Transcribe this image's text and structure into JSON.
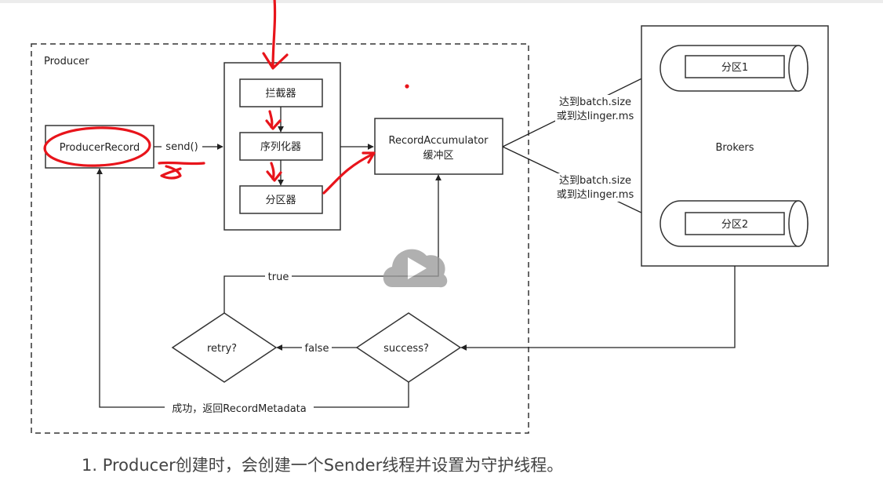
{
  "diagram": {
    "producer_label": "Producer",
    "producer_record": "ProducerRecord",
    "send_label": "send()",
    "interceptor": "拦截器",
    "serializer": "序列化器",
    "partitioner": "分区器",
    "accumulator_line1": "RecordAccumulator",
    "accumulator_line2": "缓冲区",
    "condition_top_line1": "达到batch.size",
    "condition_top_line2": "或到达linger.ms",
    "condition_bottom_line1": "达到batch.size",
    "condition_bottom_line2": "或到达linger.ms",
    "brokers": "Brokers",
    "partition1": "分区1",
    "partition2": "分区2",
    "retry": "retry?",
    "success": "success?",
    "true_label": "true",
    "false_label": "false",
    "return_label": "成功，返回RecordMetadata"
  },
  "annotation_color": "#e8141b",
  "caption": "1. Producer创建时，会创建一个Sender线程并设置为守护线程。",
  "icons": [
    "play-icon"
  ]
}
